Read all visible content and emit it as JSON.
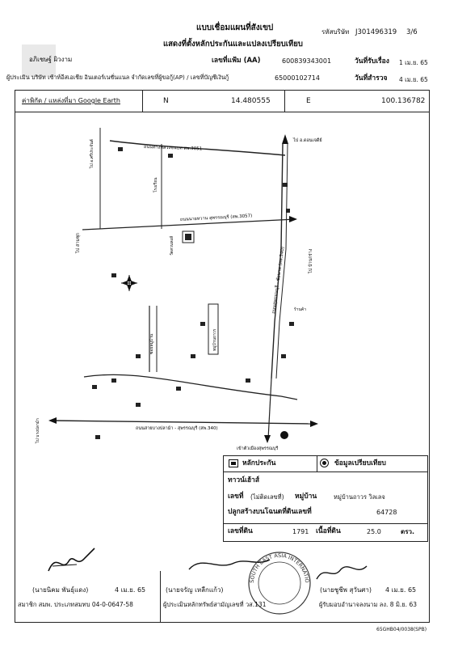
{
  "header": {
    "doc_title": "แบบเชื่อมแผนที่สังเขป",
    "doc_subtitle": "แสดงที่ตั้งหลักประกันและแปลงเปรียบเทียบ",
    "ref_label": "รหัสบริษัท",
    "ref_code": "J301496319",
    "page": "3/6",
    "client_name": "อภิเชษฐ์ ผิวงาม",
    "file_label": "เลขที่แฟ้ม (AA)",
    "file_no": "600839343001",
    "request_date_label": "วันที่รับเรื่อง",
    "request_date": "1 เม.ย. 65",
    "survey_date_label": "วันที่สำรวจ",
    "survey_date": "4 เม.ย. 65",
    "company_line": "ผู้ประเมิน บริษัท เซ้าท์อีสเอเชีย อินเตอร์เนชั่นแนล จำกัดเลขที่ผู้ขอกู้(AP) / เลขที่บัญชีเงินกู้",
    "account_no": "65000102714"
  },
  "coords": {
    "label": "ค่าพิกัด / แหล่งที่มา Google Earth",
    "n_label": "N",
    "n_value": "14.480555",
    "e_label": "E",
    "e_value": "100.136782"
  },
  "map": {
    "road_top": "ถนนทางหลวงชนบท สพ.3051",
    "road_mid": "ถนนนายหวาน สุพรรณบุรี (สพ.3057)",
    "road_bottom": "ถนนสายบางปลาม้า - สุพรรณบุรี (สพ.340)",
    "road_vertical": "ถนนสุพรรณบุรี - ชัยนาท (สพ.340)",
    "to_top": "ไป อ.ดอนเจดีย์",
    "to_left_mid": "ไป สามชุก",
    "to_left_bottom": "ไป อ.ศรีประจันต์",
    "to_right_mid": "ไป บ้านกร่าง",
    "to_right_bottom": "ไป บางปลาม้า",
    "to_bottom": "เข้าตัวเมืองสุพรรณบุรี",
    "landmark_temple": "วัดสวนหงส์",
    "landmark_school": "โรงเรียน",
    "landmark_shop": "ร้านค้า",
    "landmark_village": "หมู่บ้านถาวร",
    "soi_label": "ซอยหมู่บ้าน"
  },
  "legend": {
    "collateral_label": "หลักประกัน",
    "comparable_label": "ข้อมูลเปรียบเทียบ",
    "property_type": "ทาวน์เฮ้าส์",
    "house_no_label": "เลขที่",
    "house_no_value": "(ไม่ติดเลขที่)",
    "village_label": "หมู่บ้าน",
    "village_value": "หมู่บ้านถาวร วิลเลจ",
    "deed_label": "ปลูกสร้างบนโฉนดที่ดินเลขที่",
    "deed_value": "64728",
    "land_no_label": "เลขที่ดิน",
    "land_no_value": "1791",
    "area_label": "เนื้อที่ดิน",
    "area_value": "25.0",
    "area_unit": "ตรว."
  },
  "signatures": {
    "sig1_name": "(นายนิคม พันธุ์แดง)",
    "sig1_date": "4 เม.ย. 65",
    "sig1_role": "สมาชิก สมพ. ประเภทสมทบ 04-0-0647-58",
    "sig2_name": "(นายจรัญ เหลืกแก้ว)",
    "sig2_role": "ผู้ประเมินหลักทรัพย์สามัญเลขที่ วส.131",
    "sig3_name": "(นายชูชีพ สุวันศา)",
    "sig3_date": "4 เม.ย. 65",
    "sig3_role": "ผู้รับมอบอำนาจลงนาม ลง. 8 มิ.ย. 63",
    "stamp_text": "SOUTH EAST ASIA INTERNATIONAL"
  },
  "footer": {
    "form_code": "65GHB04/0038(SPB)"
  }
}
